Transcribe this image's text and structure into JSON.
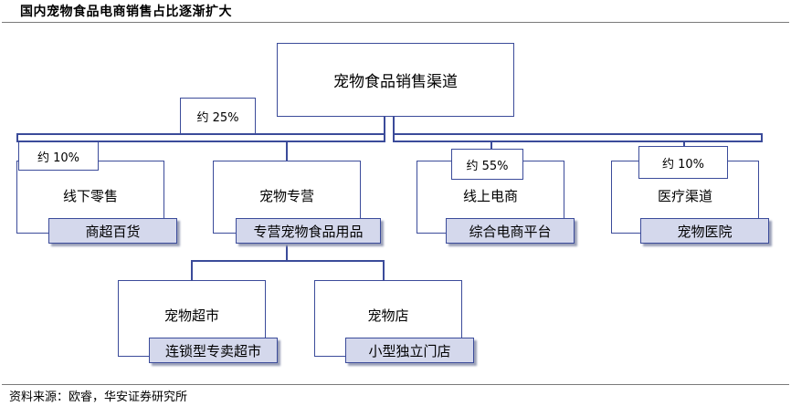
{
  "header": {
    "title": "国内宠物食品电商销售占比逐渐扩大"
  },
  "diagram": {
    "root": "宠物食品销售渠道",
    "channels": [
      {
        "name": "线下零售",
        "sub": "商超百货",
        "share": "约 10%"
      },
      {
        "name": "宠物专营",
        "sub": "专营宠物食品用品",
        "share": "约 25%"
      },
      {
        "name": "线上电商",
        "sub": "综合电商平台",
        "share": "约 55%"
      },
      {
        "name": "医疗渠道",
        "sub": "宠物医院",
        "share": "约 10%"
      }
    ],
    "specialty_children": [
      {
        "name": "宠物超市",
        "sub": "连锁型专卖超市"
      },
      {
        "name": "宠物店",
        "sub": "小型独立门店"
      }
    ]
  },
  "footer": {
    "source": "资料来源：欧睿，华安证券研究所"
  },
  "colors": {
    "border": "#3b4b9a",
    "sub_fill": "#d4d8ec",
    "rule": "#7a7a7a"
  }
}
